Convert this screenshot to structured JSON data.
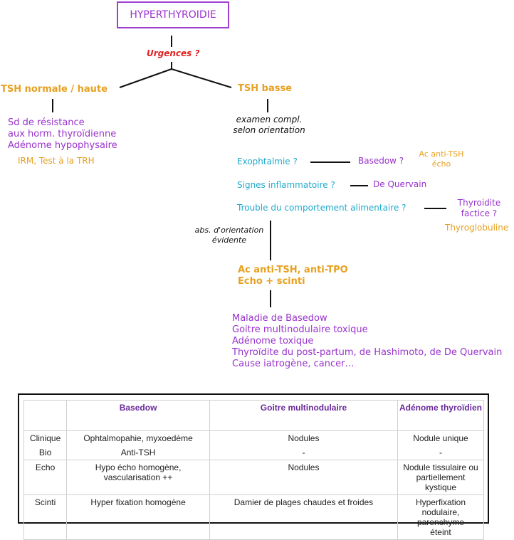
{
  "title": "HYPERTHYROIDIE",
  "urgences": "Urgences ?",
  "left_branch": {
    "label": "TSH normale / haute",
    "causes": [
      "Sd de résistance",
      "aux horm. thyroïdienne",
      "Adénome hypophysaire"
    ],
    "tests": "IRM, Test à la TRH"
  },
  "right_branch": {
    "label": "TSH basse",
    "exam": [
      "examen compl.",
      "selon orientation"
    ],
    "q1": "Exophtalmie ?",
    "q1_result": "Basedow ?",
    "q1_tests": [
      "Ac anti-TSH",
      "écho"
    ],
    "q2": "Signes inflammatoire ?",
    "q2_result": "De Quervain",
    "q3": "Trouble du comportement alimentaire ?",
    "q3_result": [
      "Thyroidite",
      "factice ?"
    ],
    "q3_tests": "Thyroglobuline",
    "no_orientation": [
      "abs. d'orientation",
      "évidente"
    ],
    "tests": [
      "Ac anti-TSH, anti-TPO",
      "Echo + scinti"
    ],
    "diagnoses": [
      "Maladie de Basedow",
      "Goitre multinodulaire toxique",
      "Adénome toxique",
      "Thyroïdite du post-partum, de Hashimoto, de De Quervain",
      "Cause iatrogène, cancer…"
    ]
  },
  "table": {
    "headers": [
      "",
      "Basedow",
      "Goitre multinodulaire",
      "Adénome thyroïdien"
    ],
    "rows": [
      [
        "Clinique",
        "Ophtalmopahie, myxoedème",
        "Nodules",
        "Nodule unique"
      ],
      [
        "Bio",
        "Anti-TSH",
        "-",
        "-"
      ],
      [
        "Echo",
        "Hypo écho homogène, vascularisation ++",
        "Nodules",
        "Nodule tissulaire ou partiellement kystique"
      ],
      [
        "Scinti",
        "Hyper fixation homogène",
        "Damier de plages chaudes et froides",
        "Hyperfixation nodulaire, parenchyme éteint"
      ]
    ]
  },
  "colors": {
    "title_border": "#a040d0",
    "purple": "#9933cc",
    "orange": "#e8a020",
    "cyan": "#22aacc",
    "red": "#e02020"
  }
}
